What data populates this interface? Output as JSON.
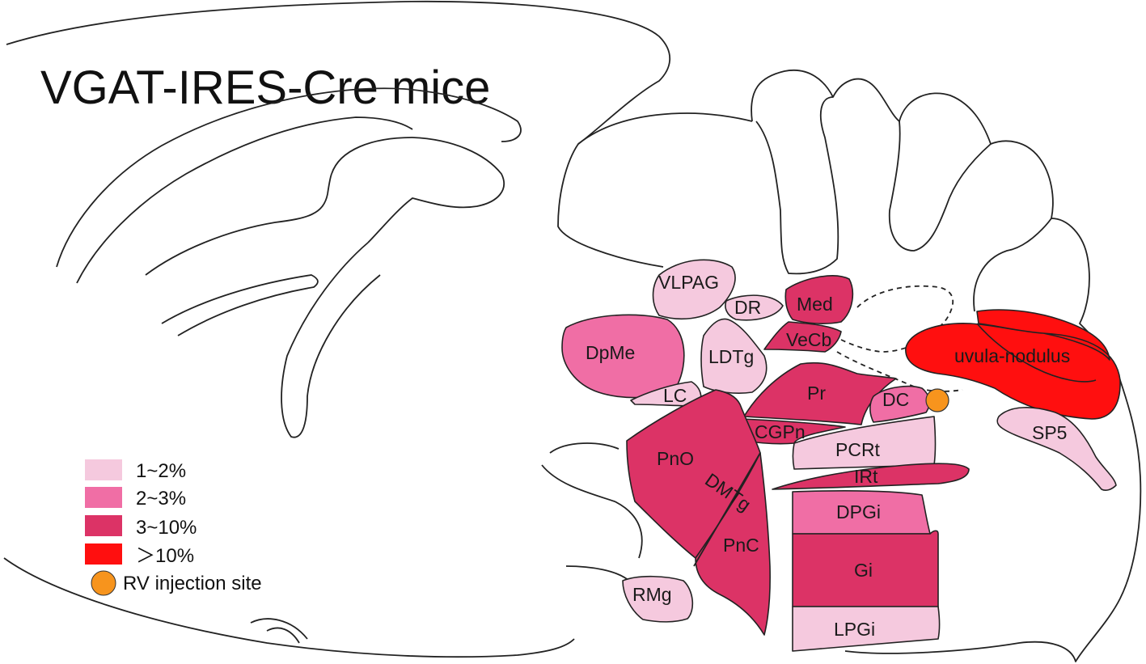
{
  "title": "VGAT-IRES-Cre mice",
  "colors": {
    "1-2": "#f5c9de",
    "2-3": "#f06ea5",
    "3-10": "#dc3366",
    "gt10": "#ff0f0f",
    "injection": "#f7941d"
  },
  "legend": [
    {
      "label": "1~2%",
      "color_key": "1-2"
    },
    {
      "label": "2~3%",
      "color_key": "2-3"
    },
    {
      "label": "3~10%",
      "color_key": "3-10"
    },
    {
      "label": "＞10%",
      "color_key": "gt10"
    }
  ],
  "injection_legend": "RV injection site",
  "regions": {
    "vlpag": {
      "label": "VLPAG",
      "level": "1-2"
    },
    "dr": {
      "label": "DR",
      "level": "1-2"
    },
    "med": {
      "label": "Med",
      "level": "3-10"
    },
    "dpme": {
      "label": "DpMe",
      "level": "2-3"
    },
    "vecb": {
      "label": "VeCb",
      "level": "3-10"
    },
    "ldtg": {
      "label": "LDTg",
      "level": "1-2"
    },
    "lc": {
      "label": "LC",
      "level": "1-2"
    },
    "pr": {
      "label": "Pr",
      "level": "3-10"
    },
    "dc": {
      "label": "DC",
      "level": "2-3"
    },
    "uvula": {
      "label": "uvula-nodulus",
      "level": "gt10"
    },
    "sp5": {
      "label": "SP5",
      "level": "1-2"
    },
    "cgpn": {
      "label": "CGPn",
      "level": "3-10"
    },
    "pcrt": {
      "label": "PCRt",
      "level": "1-2"
    },
    "pno": {
      "label": "PnO",
      "level": "3-10"
    },
    "dmtg": {
      "label": "DMTg",
      "level": "3-10"
    },
    "irt": {
      "label": "IRt",
      "level": "3-10"
    },
    "dpgi": {
      "label": "DPGi",
      "level": "2-3"
    },
    "pnc": {
      "label": "PnC",
      "level": "3-10"
    },
    "gi": {
      "label": "Gi",
      "level": "3-10"
    },
    "rmg": {
      "label": "RMg",
      "level": "1-2"
    },
    "lpgi": {
      "label": "LPGi",
      "level": "1-2"
    }
  }
}
